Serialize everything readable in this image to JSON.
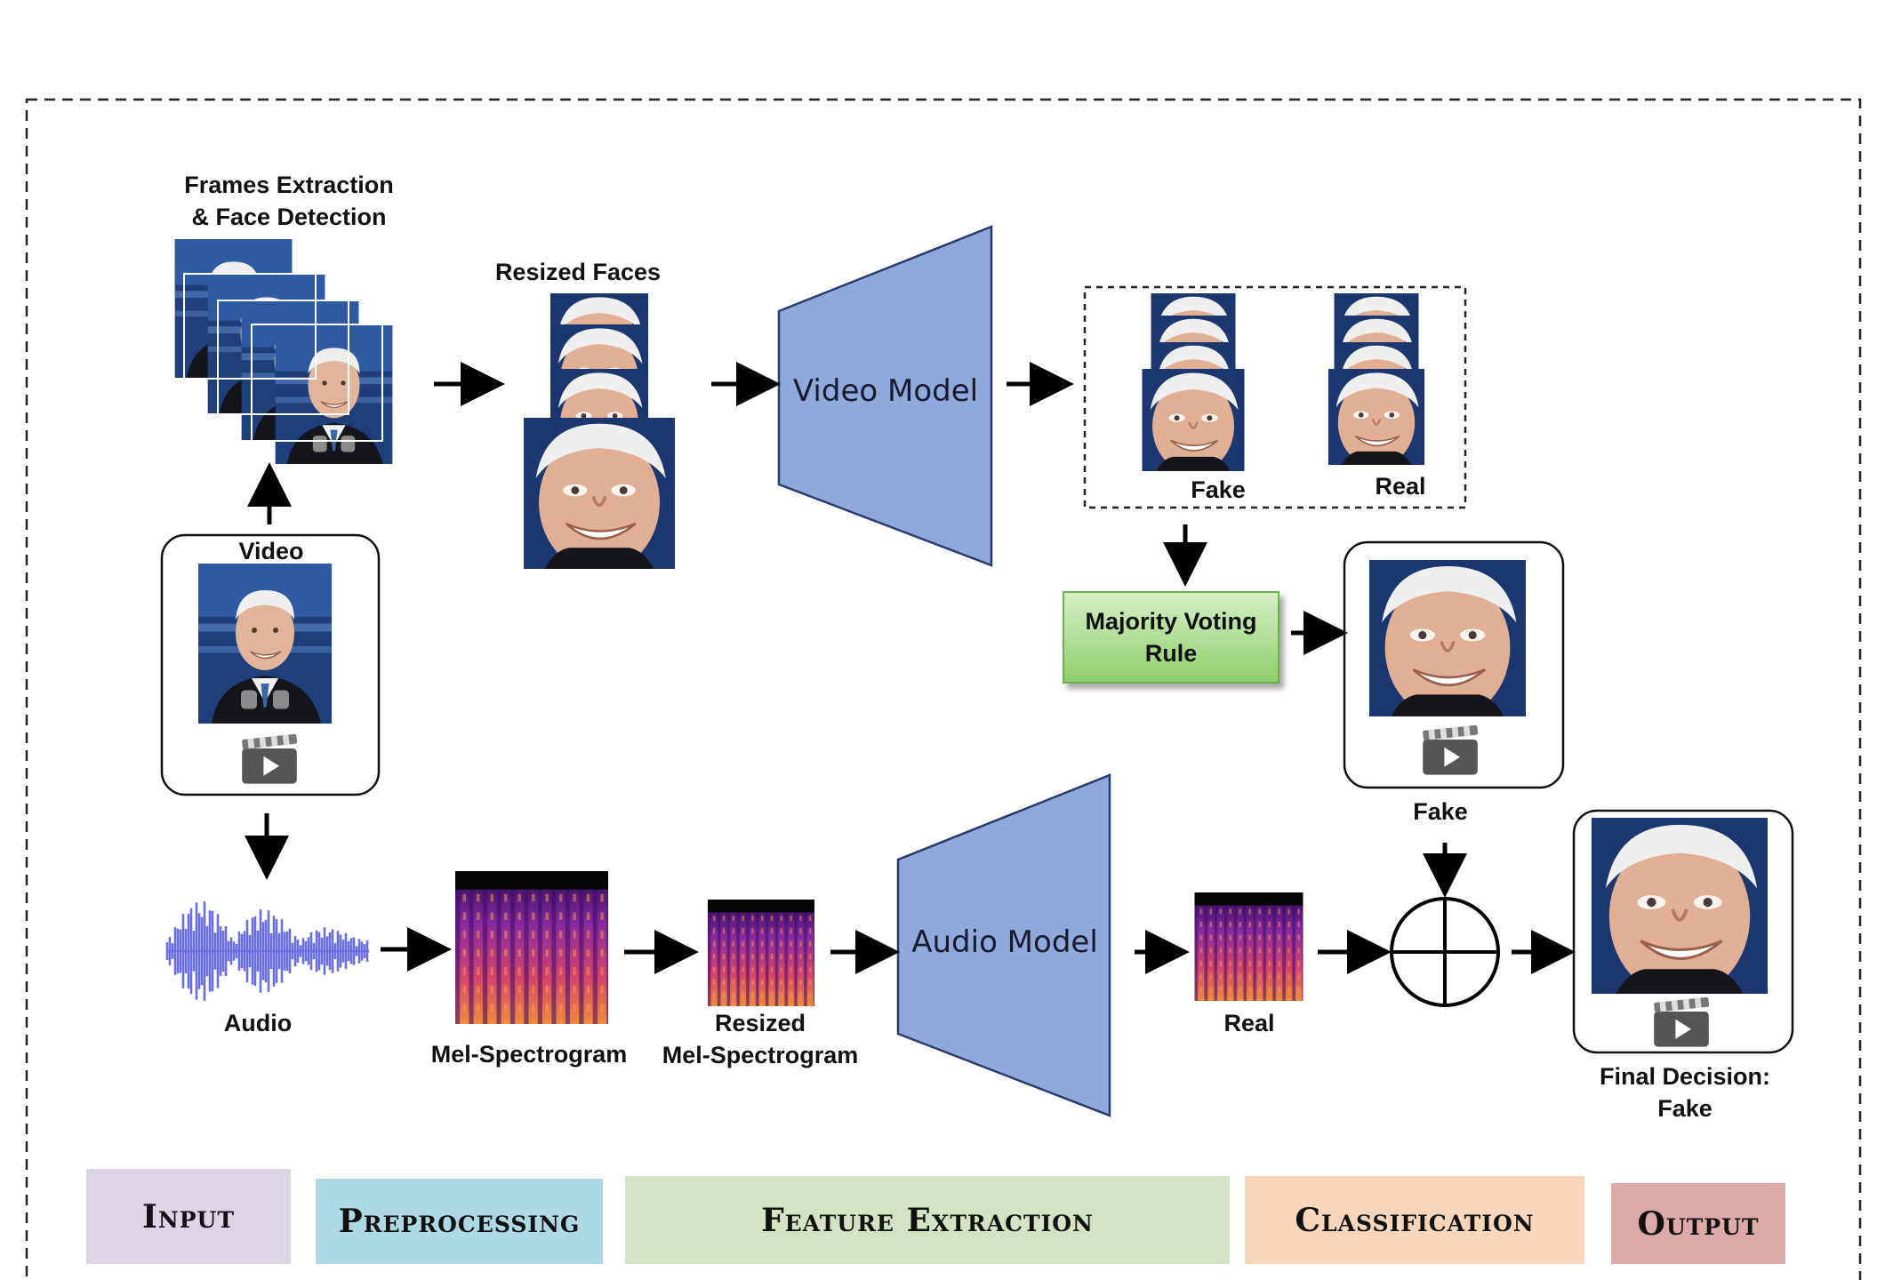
{
  "labels": {
    "frames_extraction": [
      "Frames Extraction",
      "& Face Detection"
    ],
    "resized_faces": "Resized Faces",
    "video": "Video",
    "fake_small": "Fake",
    "real_small": "Real",
    "majority_voting": [
      "Majority Voting",
      "Rule"
    ],
    "fake_video_output": "Fake",
    "audio": "Audio",
    "mel_spectrogram": "Mel-Spectrogram",
    "resized_mel": [
      "Resized",
      "Mel-Spectrogram"
    ],
    "real_audio": "Real",
    "final_decision": [
      "Final Decision:",
      "Fake"
    ]
  },
  "models": {
    "video": "Video Model",
    "audio": "Audio Model"
  },
  "legend": [
    {
      "label": "Input",
      "color": "#dcd5e6"
    },
    {
      "label": "Preprocessing",
      "color": "#acd9e4"
    },
    {
      "label": "Feature Extraction",
      "color": "#d4e3c3"
    },
    {
      "label": "Classification",
      "color": "#f8d6bb"
    },
    {
      "label": "Output",
      "color": "#dcaaa8"
    }
  ],
  "colors": {
    "model_fill": "#8fa9dc",
    "model_stroke": "#2b3a6e",
    "voting_fill": "#a8da8a",
    "waveform": "#6a6ee0"
  },
  "icons": [
    "face-photo",
    "clapperboard-play-icon",
    "waveform",
    "spectrogram",
    "sum-circle-icon",
    "arrow"
  ]
}
